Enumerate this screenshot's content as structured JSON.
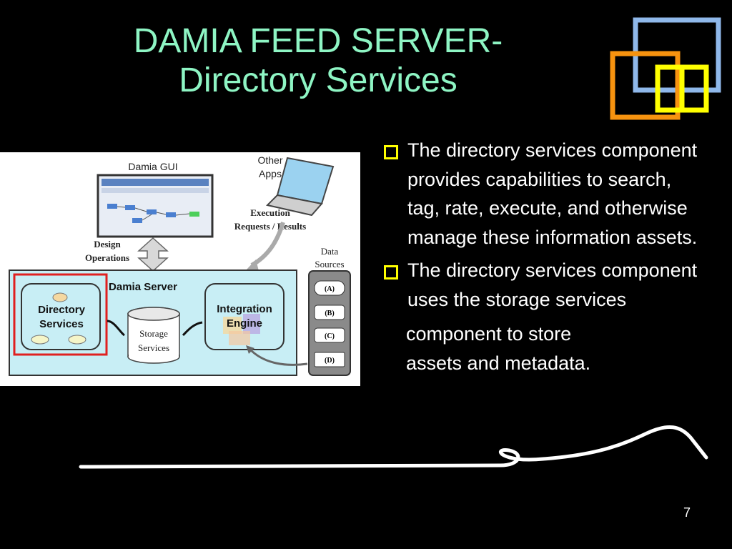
{
  "slide": {
    "title_line1": "DAMIA FEED SERVER-",
    "title_line2": "Directory Services",
    "bullets": [
      "The directory services component provides capabilities to search, tag, rate, execute, and otherwise manage these information assets.",
      "The directory services component uses the storage services"
    ],
    "continuation": "component to store\nassets and metadata.",
    "slide_number": "7"
  },
  "diagram": {
    "gui_label": "Damia GUI",
    "other_apps_line1": "Other",
    "other_apps_line2": "Apps",
    "execution_line1": "Execution",
    "execution_line2": "Requests / Results",
    "design_line1": "Design",
    "design_line2": "Operations",
    "data_sources_line1": "Data",
    "data_sources_line2": "Sources",
    "server_label": "Damia Server",
    "directory_line1": "Directory",
    "directory_line2": "Services",
    "storage_line1": "Storage",
    "storage_line2": "Services",
    "integration_line1": "Integration",
    "integration_line2": "Engine",
    "source_a": "(A)",
    "source_b": "(B)",
    "source_c": "(C)",
    "source_d": "(D)"
  },
  "colors": {
    "title": "#8ef5c4",
    "bullet_box": "#ffff00",
    "server_fill": "#c8eef5",
    "highlight": "#e02020",
    "deco_blue": "#8fb8ea",
    "deco_orange": "#f7930f",
    "deco_yellow": "#ffff00"
  }
}
